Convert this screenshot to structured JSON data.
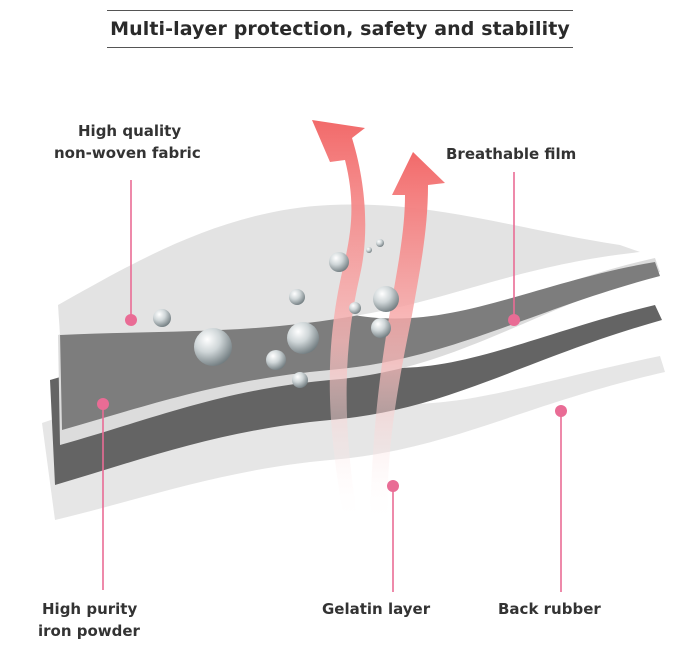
{
  "title": "Multi-layer protection, safety and stability",
  "labels": {
    "nonwoven_line1": "High quality",
    "nonwoven_line2": "non-woven fabric",
    "breathable": "Breathable film",
    "iron_line1": "High purity",
    "iron_line2": "iron powder",
    "gelatin": "Gelatin layer",
    "back": "Back rubber"
  },
  "colors": {
    "marker": "#e96c95",
    "arrow": "#f26a6a",
    "layer_light": "#e4e4e4",
    "layer_dark": "#7d7d7d",
    "layer_darker": "#646464"
  },
  "icons": [
    "water-droplet-icon",
    "heat-arrow-icon",
    "marker-dot-icon"
  ]
}
